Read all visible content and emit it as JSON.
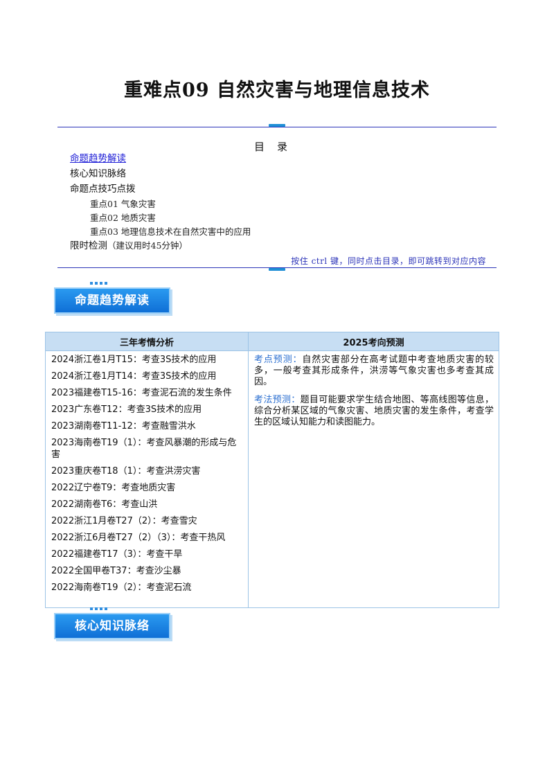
{
  "title": "重难点09 自然灾害与地理信息技术",
  "toc": {
    "heading": "目录",
    "items": [
      {
        "text": "命题趋势解读",
        "link": true
      },
      {
        "text": "核心知识脉络"
      },
      {
        "text": "命题点技巧点拨"
      },
      {
        "text": "重点01 气象灾害",
        "sub": true
      },
      {
        "text": "重点02 地质灾害",
        "sub": true
      },
      {
        "text": "重点03 地理信息技术在自然灾害中的应用",
        "sub": true
      },
      {
        "text": "限时检测",
        "note": "（建议用时45分钟）"
      }
    ],
    "hint": "按住 ctrl 键，同时点击目录，即可跳转到对应内容"
  },
  "section1": "命题趋势解读",
  "table": {
    "col1": "三年考情分析",
    "col2": "2025考向预测",
    "left_items": [
      "2024浙江卷1月T15：考查3S技术的应用",
      "2024浙江卷1月T14：考查3S技术的应用",
      "2023福建卷T15-16：考查泥石流的发生条件",
      "2023广东卷T12：考查3S技术的应用",
      "2023湖南卷T11-12：考查融雪洪水",
      "2023海南卷T19（1）：考查风暴潮的形成与危害",
      "2023重庆卷T18（1）：考查洪涝灾害",
      "2022辽宁卷T9：考查地质灾害",
      "2022湖南卷T6：考查山洪",
      "2022浙江1月卷T27（2）：考查雪灾",
      "2022浙江6月卷T27（2）（3）：考查干热风",
      "2022福建卷T17（3）：考查干旱",
      "2022全国甲卷T37：考查沙尘暴",
      "2022海南卷T19（2）：考查泥石流"
    ],
    "right_items": [
      {
        "label": "考点预测：",
        "text": "自然灾害部分在高考试题中考查地质灾害的较多，一般考查其形成条件，洪涝等气象灾害也多考查其成因。"
      },
      {
        "label": "考法预测：",
        "text": "题目可能要求学生结合地图、等高线图等信息，综合分析某区域的气象灾害、地质灾害的发生条件，考查学生的区域认知能力和读图能力。"
      }
    ]
  },
  "section2": "核心知识脉络"
}
